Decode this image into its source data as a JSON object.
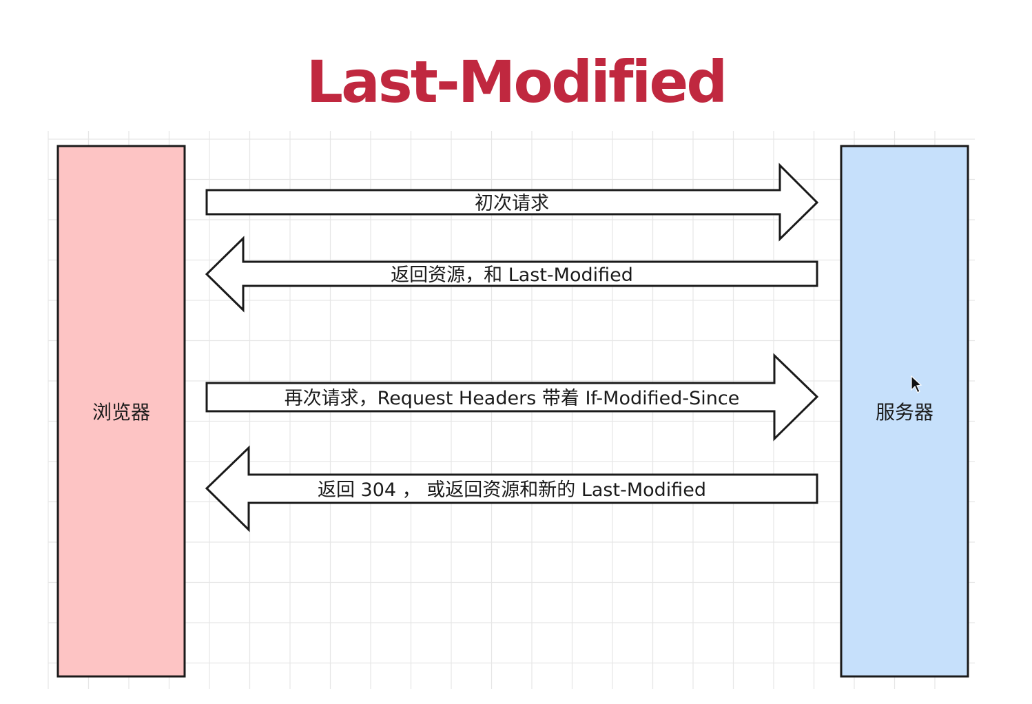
{
  "title": "Last-Modified",
  "colors": {
    "title": "#c0283f",
    "browser_fill": "#fdc4c4",
    "server_fill": "#c6e0fb",
    "stroke": "#1a1a1a",
    "grid": "#e6e6e6"
  },
  "nodes": {
    "browser": {
      "label": "浏览器"
    },
    "server": {
      "label": "服务器"
    }
  },
  "arrows": [
    {
      "label": "初次请求",
      "direction": "to-server"
    },
    {
      "label": "返回资源，和 Last-Modified",
      "direction": "to-browser"
    },
    {
      "label": "再次请求，Request Headers 带着 If-Modified-Since",
      "direction": "to-server"
    },
    {
      "label": "返回 304 ，  或返回资源和新的 Last-Modified",
      "direction": "to-browser"
    }
  ]
}
